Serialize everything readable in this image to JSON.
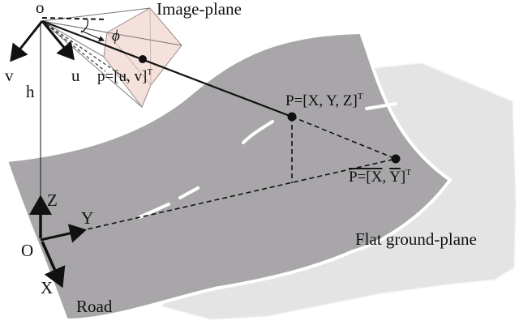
{
  "labels": {
    "origin_o": "o",
    "image_plane": "Image-plane",
    "phi": "ϕ",
    "axis_v": "v",
    "axis_u": "u",
    "height": "h",
    "point_p": "p=[u, v]",
    "point_p_sup": "T",
    "point_P": "P=[X, Y, Z]",
    "point_P_sup": "T",
    "point_Pbar_prefix": "P=[",
    "point_Pbar_x": "X",
    "point_Pbar_sep": ", ",
    "point_Pbar_y": "Y",
    "point_Pbar_suffix": "]",
    "point_Pbar_sup": "T",
    "axis_Z": "Z",
    "axis_Y": "Y",
    "axis_X": "X",
    "origin_O": "O",
    "flat_ground": "Flat ground-plane",
    "road": "Road"
  },
  "colors": {
    "ground_plane": "#e6e6e6",
    "road": "#a9a6aa",
    "image_plane_fill": "#f6e3df",
    "image_plane_stroke": "#9c8a86",
    "lane_marking": "#ffffff",
    "lines": "#111111"
  }
}
